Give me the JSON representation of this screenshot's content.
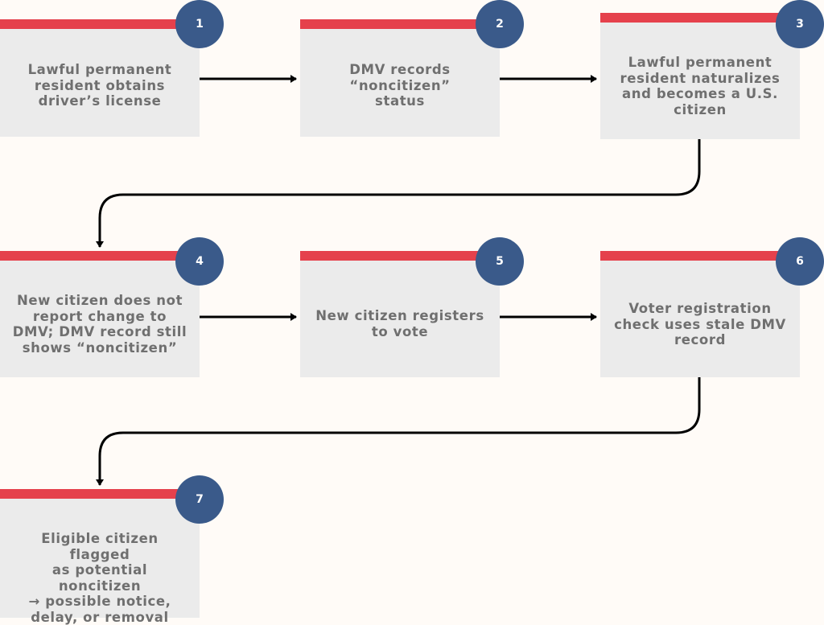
{
  "colors": {
    "background": "#fffbf7",
    "card": "#ebebeb",
    "card_accent": "#e5414c",
    "badge": "#3a5a8a",
    "text": "#6f6f6f",
    "arrow": "#000000"
  },
  "steps": [
    {
      "number": "1",
      "text": "Lawful permanent\nresident obtains\ndriver’s license"
    },
    {
      "number": "2",
      "text": "DMV records\n“noncitizen”\nstatus"
    },
    {
      "number": "3",
      "text": "Lawful permanent\nresident naturalizes\nand becomes a U.S.\ncitizen"
    },
    {
      "number": "4",
      "text": "New citizen does not\nreport change to\nDMV; DMV record still\nshows “noncitizen”"
    },
    {
      "number": "5",
      "text": "New citizen registers\nto vote"
    },
    {
      "number": "6",
      "text": "Voter registration\ncheck uses stale DMV\nrecord"
    },
    {
      "number": "7",
      "text": "Eligible citizen flagged\nas potential noncitizen\n→ possible notice,\ndelay, or removal"
    }
  ]
}
